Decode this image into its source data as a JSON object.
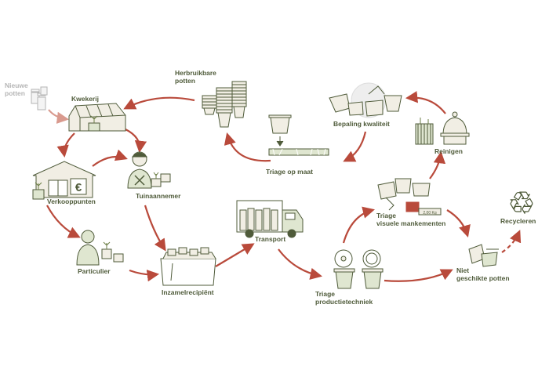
{
  "colors": {
    "arrow": "#b94a3b",
    "arrow_faded": "#d99a8e",
    "ink": "#4f5b3a",
    "pot_fill": "#f1eee4",
    "green_fill": "#dfe6d0",
    "faded": "#b5b5b5"
  },
  "labels": {
    "nieuwe_potten": "Nieuwe\npotten",
    "kwekerij": "Kwekerij",
    "herbruikbare_potten": "Herbruikbare\npotten",
    "bepaling_kwaliteit": "Bepaling kwaliteit",
    "reinigen": "Reinigen",
    "triage_op_maat": "Triage op maat",
    "verkooppunten": "Verkooppunten",
    "tuinaannemer": "Tuinaannemer",
    "triage_visueel": "Triage\nvisuele mankementen",
    "recycleren": "Recycleren",
    "transport": "Transport",
    "particulier": "Particulier",
    "inzamelrecipient": "Inzamelrecipiënt",
    "triage_productie": "Triage\nproductietechniek",
    "niet_geschikt": "Niet\ngeschikte potten"
  },
  "symbols": {
    "euro": "€",
    "recycle": "♻",
    "scale_readout": "2,00 Kg"
  },
  "icons": [
    "greenhouse-icon",
    "pot-stack-icon",
    "shop-icon",
    "gardener-icon",
    "person-icon",
    "bin-icon",
    "truck-icon",
    "scale-icon",
    "recycle-icon"
  ]
}
